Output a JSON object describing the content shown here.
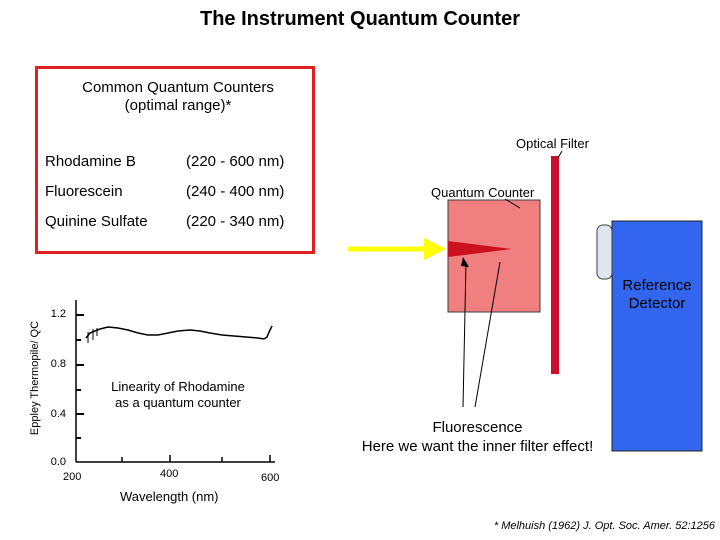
{
  "title": "The Instrument Quantum Counter",
  "counters_box": {
    "heading_line1": "Common Quantum Counters",
    "heading_line2": "(optimal range)*",
    "rows": [
      {
        "name": "Rhodamine B",
        "range": "(220 - 600 nm)"
      },
      {
        "name": "Fluorescein",
        "range": "(240 - 400 nm)"
      },
      {
        "name": "Quinine Sulfate",
        "range": "(220 - 340 nm)"
      }
    ]
  },
  "diagram": {
    "optical_filter_label": "Optical Filter",
    "quantum_counter_label": "Quantum Counter",
    "reference_detector_line1": "Reference",
    "reference_detector_line2": "Detector",
    "fluorescence_line1": "Fluorescence",
    "fluorescence_line2": "Here we want the inner filter effect!",
    "colors": {
      "box_border": "#e02020",
      "cuvette": "#f08080",
      "filter": "#c8102e",
      "beam": "#ffff00",
      "detector": "#3366ee"
    }
  },
  "plot": {
    "ylabel": "Eppley Thermopile/ QC",
    "xlabel": "Wavelength (nm)",
    "inset_line1": "Linearity of Rhodamine",
    "inset_line2": "as a quantum counter",
    "y_ticks": [
      "1.2",
      "0.8",
      "0.4",
      "0.0"
    ],
    "x_ticks": [
      "200",
      "400",
      "600"
    ]
  },
  "footnote": "* Melhuish (1962) J. Opt. Soc. Amer. 52:1256"
}
